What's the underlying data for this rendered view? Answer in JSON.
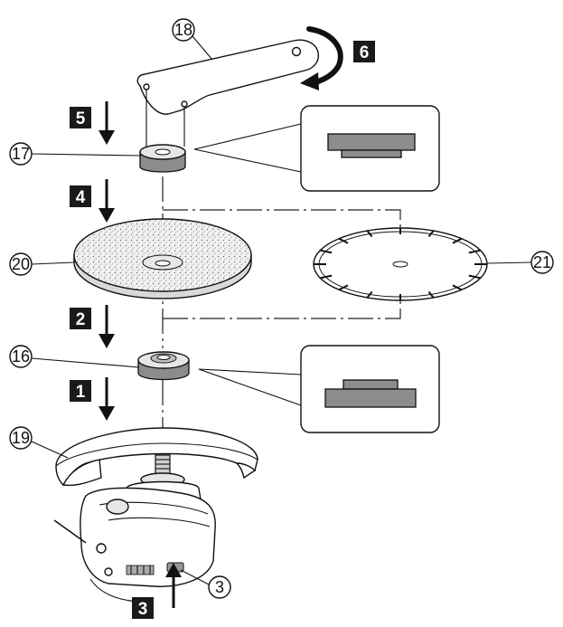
{
  "callouts": {
    "c18": "18",
    "c17": "17",
    "c20": "20",
    "c21": "21",
    "c16": "16",
    "c19": "19",
    "c3": "3"
  },
  "steps": {
    "s1": "1",
    "s2": "2",
    "s3": "3",
    "s4": "4",
    "s5": "5",
    "s6": "6"
  },
  "colors": {
    "step_box": "#1a1a1a",
    "part_shading": "#8c8c8c",
    "line": "#111111"
  }
}
